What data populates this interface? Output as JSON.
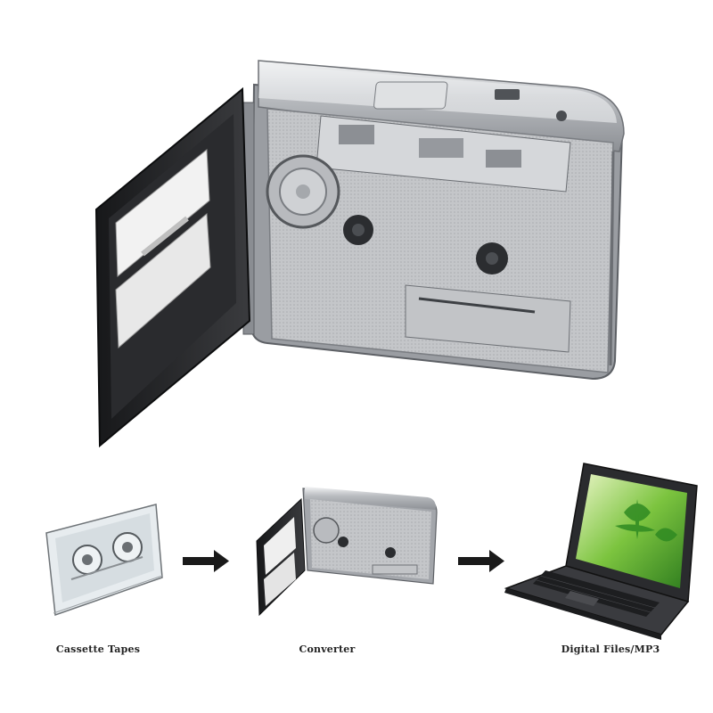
{
  "captions": {
    "cassette_tapes": "Cassette Tapes",
    "converter": "Converter",
    "digital_files": "Digital Files/MP3"
  },
  "colors": {
    "background": "#ffffff",
    "device_silver": "#c9cbce",
    "device_dark": "#1e1f22",
    "arrow": "#1a1a1a",
    "laptop_screen": "#5fb53a"
  }
}
